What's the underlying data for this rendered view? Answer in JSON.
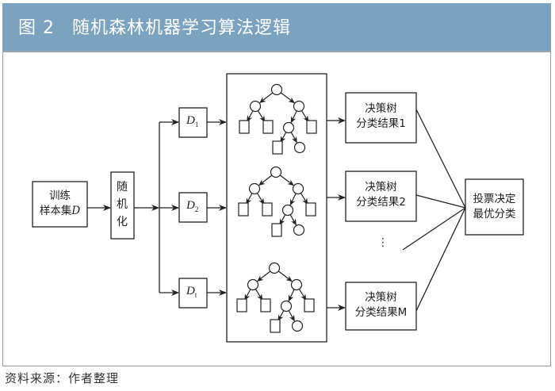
{
  "header": {
    "figure_label": "图 2",
    "title": "随机森林机器学习算法逻辑"
  },
  "nodes": {
    "training": {
      "line1": "训练",
      "line2": "样本集",
      "var": "D"
    },
    "randomize": {
      "chars": [
        "随",
        "机",
        "化"
      ]
    },
    "subsets": [
      {
        "var": "D",
        "sub": "1"
      },
      {
        "var": "D",
        "sub": "2"
      },
      {
        "var": "D",
        "sub": "t"
      }
    ],
    "results": [
      {
        "line1": "决策树",
        "line2": "分类结果1"
      },
      {
        "line1": "决策树",
        "line2": "分类结果2"
      },
      {
        "line1": "决策树",
        "line2": "分类结果M"
      }
    ],
    "ellipsis": "⋮",
    "vote": {
      "line1": "投票决定",
      "line2": "最优分类"
    }
  },
  "colors": {
    "header_bg": "#7ba3c0",
    "line": "#222222"
  },
  "caption": "资料来源：作者整理"
}
